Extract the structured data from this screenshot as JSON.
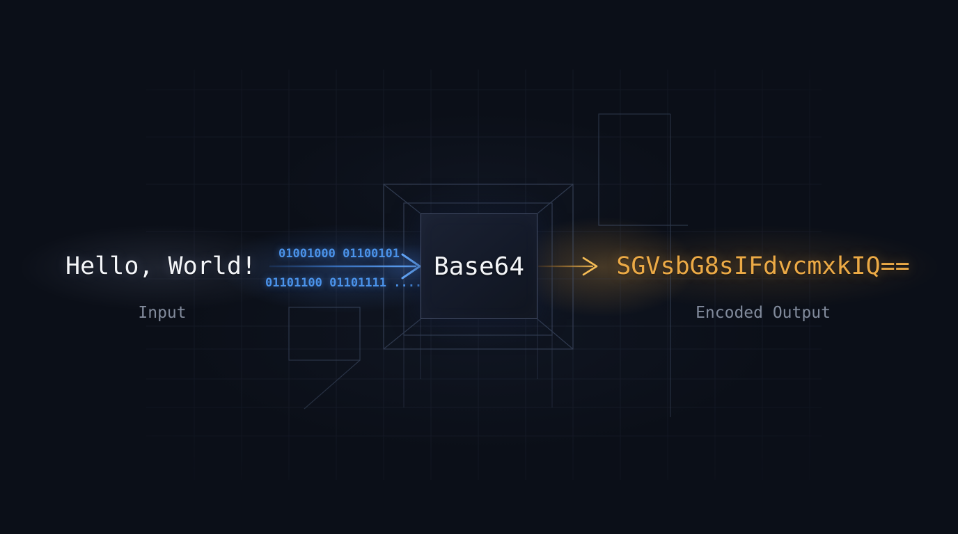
{
  "input": {
    "text": "Hello, World!",
    "label": "Input"
  },
  "binary": {
    "line1": "01001000 01100101",
    "line2": "01101100 01101111 ...."
  },
  "encoder": {
    "label": "Base64"
  },
  "output": {
    "text": "SGVsbG8sIFdvcmxkIQ==",
    "label": "Encoded Output"
  },
  "icons": {
    "input_arrow": "arrow-right",
    "output_arrow": "arrow-right"
  },
  "colors": {
    "background": "#0d1220",
    "grid": "#39445c",
    "grid_accent": "#4a5975",
    "binary_blue": "#4b93ea",
    "arrow_blue": "#66abff",
    "amber": "#ecaa46",
    "arrow_amber": "#f6bd56",
    "text_primary": "#f4f6f9",
    "label_muted": "#828b9c"
  }
}
